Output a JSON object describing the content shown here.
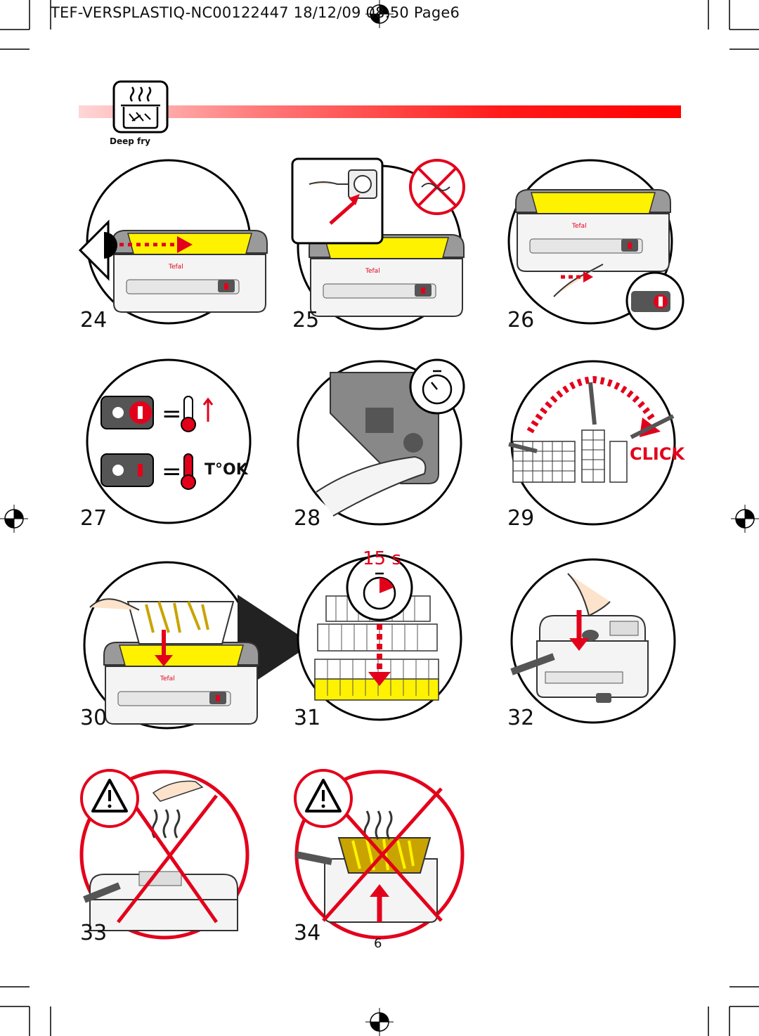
{
  "header": {
    "doc_title": "TEF-VERSPLASTIQ-NC00122447  18/12/09  08:50  Page6"
  },
  "section": {
    "label": "Deep fry",
    "icon": "deep-fry-pot-icon"
  },
  "steps": {
    "s24": "24",
    "s25": "25",
    "s26": "26",
    "s27": "27",
    "s28": "28",
    "s29": "29",
    "s30": "30",
    "s31": "31",
    "s32": "32",
    "s33": "33",
    "s34": "34"
  },
  "labels": {
    "timer": "15 s",
    "click": "CLICK",
    "temp_ok": "T°OK"
  },
  "footer": {
    "page_number": "6"
  },
  "colors": {
    "accent_red": "#e3001b",
    "oil_yellow": "#fff200",
    "bar_start": "#ffd6d6",
    "bar_end": "#ff0000"
  }
}
